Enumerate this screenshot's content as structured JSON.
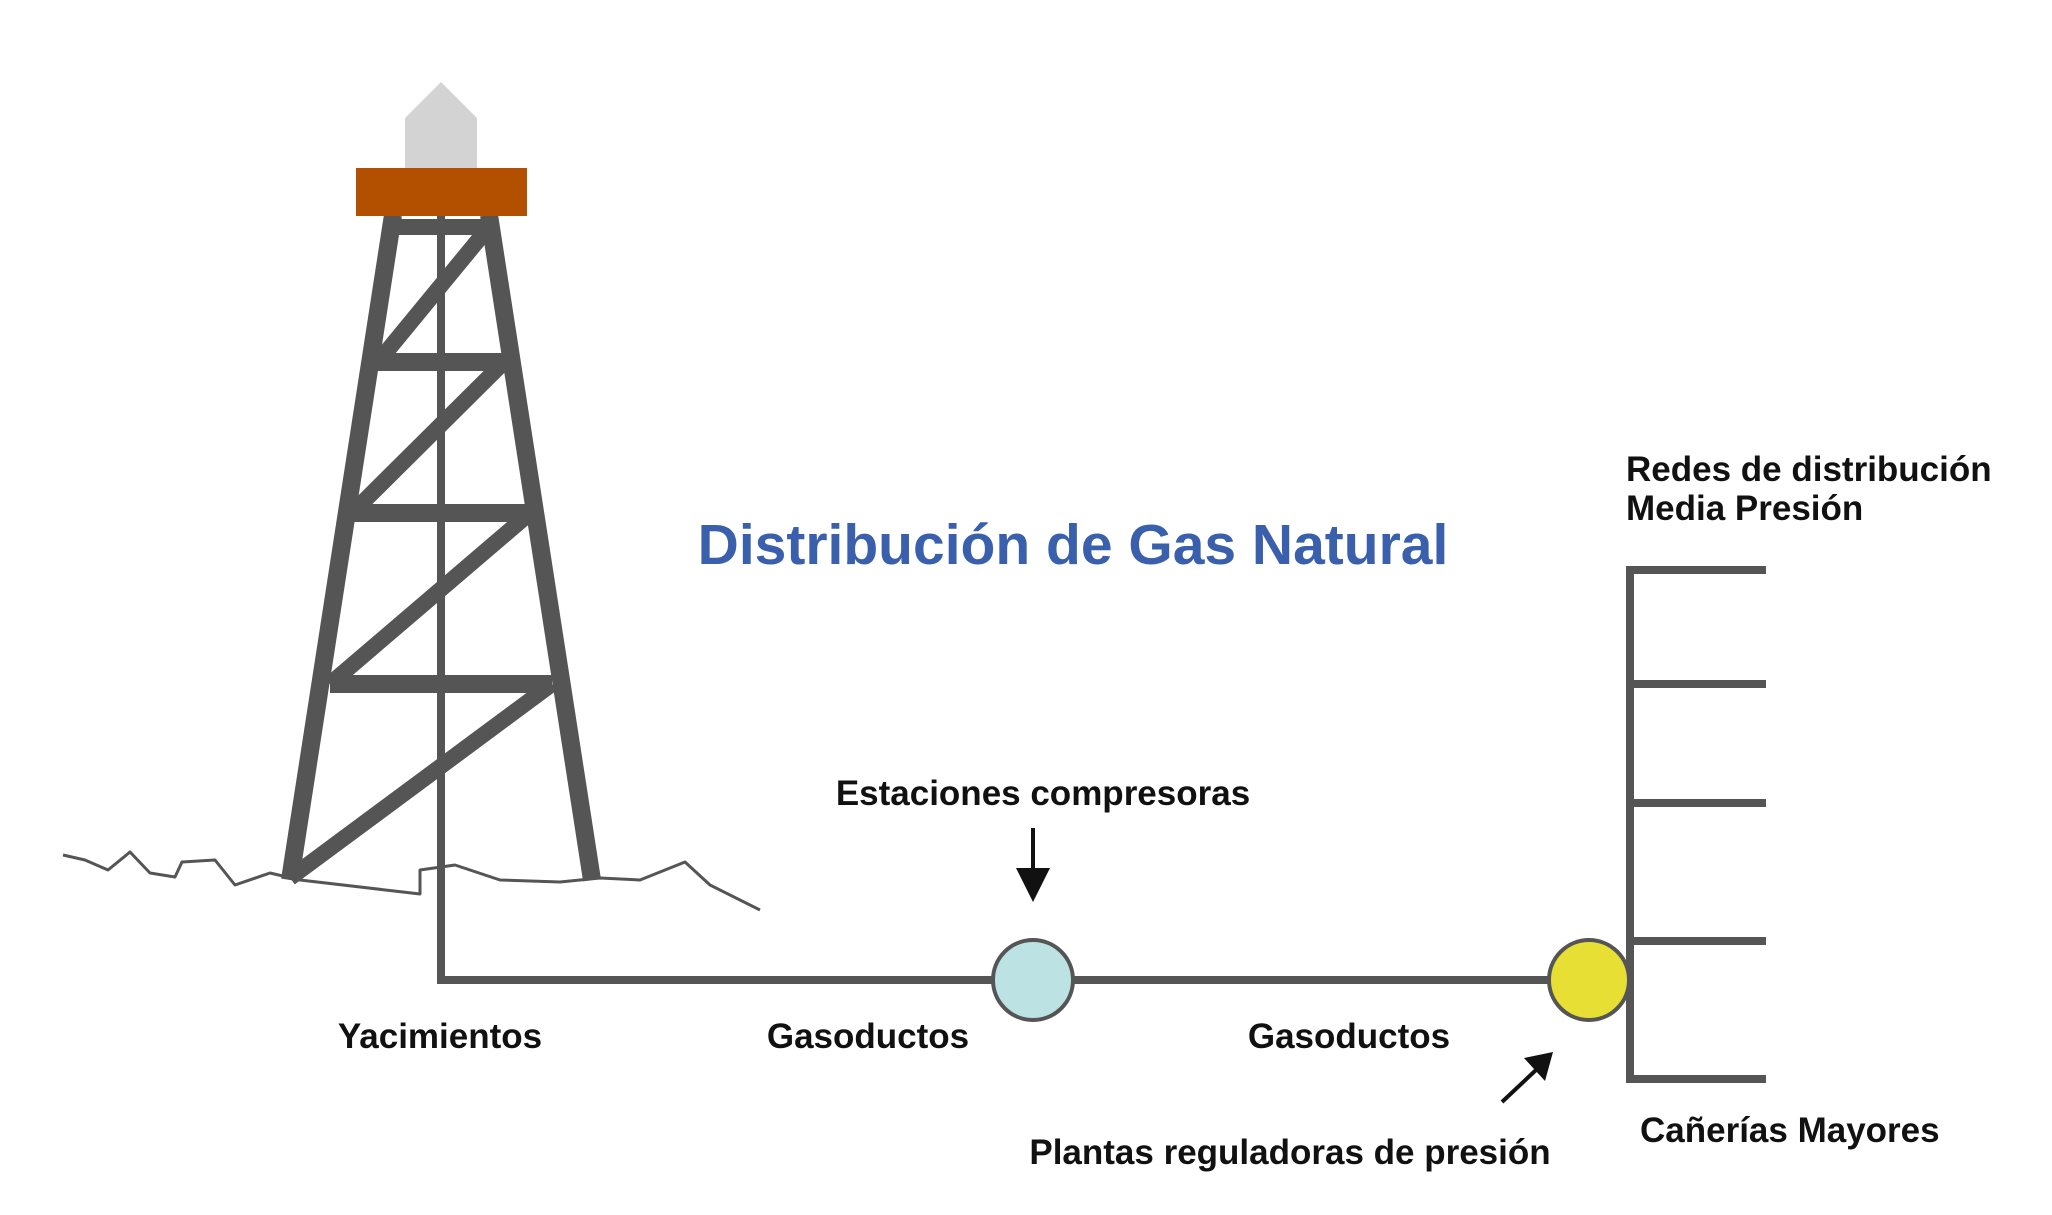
{
  "title": "Distribución de Gas Natural",
  "labels": {
    "yacimientos": "Yacimientos",
    "gasoductos_1": "Gasoductos",
    "gasoductos_2": "Gasoductos",
    "estaciones": "Estaciones compresoras",
    "plantas": "Plantas reguladoras de presión",
    "redes_line1": "Redes de distribución",
    "redes_line2": "Media Presión",
    "canerias": "Cañerías Mayores"
  },
  "colors": {
    "title": "#3a5fac",
    "structure": "#555555",
    "platform": "#b35000",
    "cap": "#d3d3d3",
    "compressor": "#bde2e3",
    "regulator": "#e8df35",
    "text": "#111111"
  }
}
